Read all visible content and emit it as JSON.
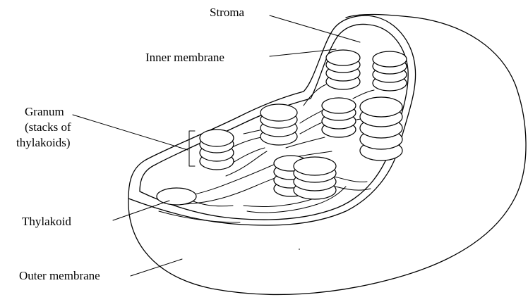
{
  "diagram": {
    "labels": {
      "stroma": "Stroma",
      "inner_membrane": "Inner membrane",
      "granum_line1": "Granum",
      "granum_line2": "(stacks of",
      "granum_line3": "thylakoids)",
      "thylakoid": "Thylakoid",
      "outer_membrane": "Outer membrane"
    }
  }
}
